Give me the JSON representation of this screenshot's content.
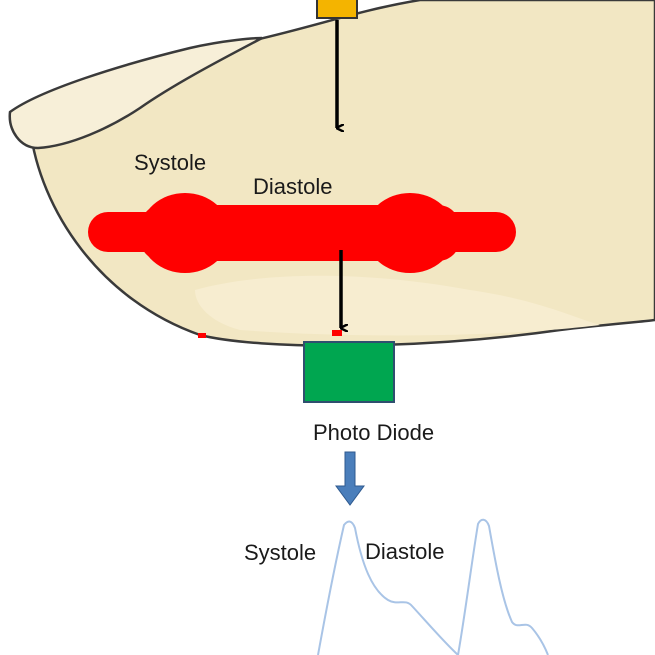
{
  "labels": {
    "upper_systole": "Systole",
    "upper_diastole": "Diastole",
    "sensor": "Photo Diode",
    "lower_systole": "Systole",
    "lower_diastole": "Diastole"
  },
  "colors": {
    "finger_fill": "#f2e7c3",
    "finger_outline": "#3a3a3a",
    "nail_fill": "#f7efd8",
    "vessel": "#ff0000",
    "light_source": "#f4b400",
    "photodiode": "#00a650",
    "flow_arrow": "#4a7ebb",
    "waveform": "#a9c4e6",
    "arrow": "#000000"
  },
  "icons": {
    "source": "light-source-icon",
    "detector": "photodiode-icon",
    "flow": "down-arrow-icon"
  }
}
